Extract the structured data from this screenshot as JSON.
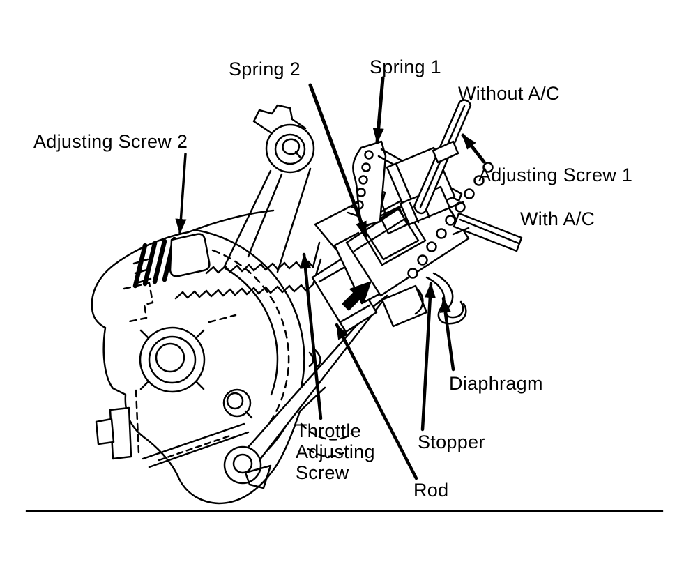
{
  "page": {
    "background": "#ffffff",
    "ink": "#000000"
  },
  "labels": {
    "spring_2": "Spring 2",
    "spring_1": "Spring 1",
    "without_ac": "Without A/C",
    "adjusting_screw_2": "Adjusting Screw 2",
    "adjusting_screw_1": "Adjusting Screw 1",
    "with_ac": "With A/C",
    "diaphragm": "Diaphragm",
    "stopper": "Stopper",
    "throttle_adjusting_screw": [
      "Throttle",
      "Adjusting",
      "Screw"
    ],
    "rod": "Rod"
  }
}
